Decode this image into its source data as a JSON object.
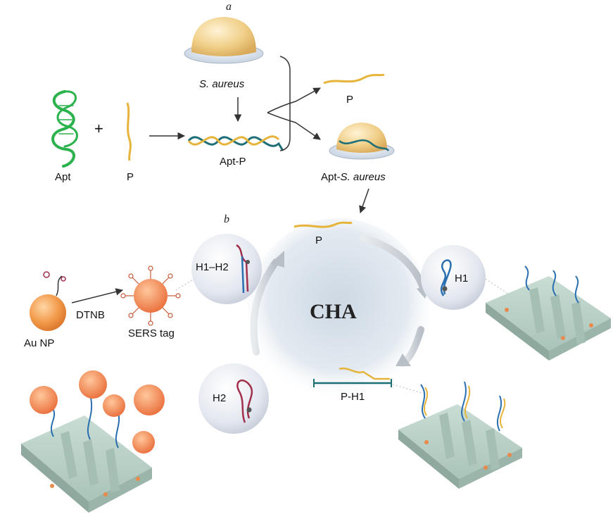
{
  "panels": {
    "a": "a",
    "b": "b"
  },
  "labels": {
    "s_aureus": "S. aureus",
    "apt": "Apt",
    "plus": "+",
    "p_top": "P",
    "apt_p": "Apt-P",
    "p_released": "P",
    "apt_prefix": "Apt-",
    "apt_s_aureus_italic": "S. aureus",
    "p_cycle": "P",
    "h1_h2": "H1–H2",
    "h1": "H1",
    "h2": "H2",
    "p_h1": "P-H1",
    "cha": "CHA",
    "au_np": "Au NP",
    "dtnb": "DTNB",
    "sers_tag": "SERS tag"
  },
  "colors": {
    "apt_green": "#2bb24c",
    "probe_yellow": "#e6b43a",
    "strand_teal": "#1e6e78",
    "strand_blue": "#2a6fb0",
    "hairpin_red": "#a0304c",
    "gold_np": "#f29a4a",
    "bacteria": "#efcf86",
    "chip": "#b9cfc6",
    "arrow": "#333333"
  }
}
